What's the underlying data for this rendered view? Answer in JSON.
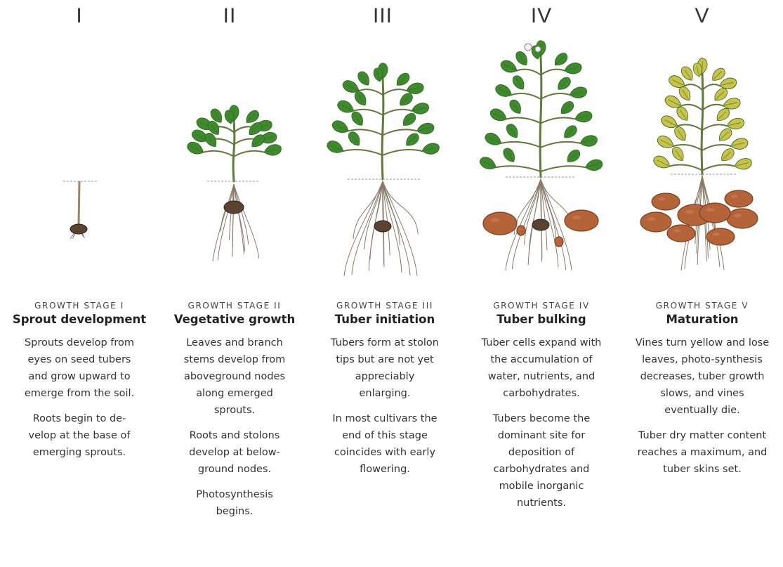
{
  "stages": [
    {
      "numeral": "I",
      "label": "GROWTH STAGE I",
      "title": "Sprout development",
      "paragraphs": [
        "Sprouts develop from eyes on seed tubers and grow upward to emerge from the soil.",
        "Roots begin to de-velop at the base of emerging sprouts."
      ]
    },
    {
      "numeral": "II",
      "label": "GROWTH STAGE II",
      "title": "Vegetative growth",
      "paragraphs": [
        "Leaves and branch stems develop from aboveground nodes along emerged sprouts.",
        "Roots and stolons develop at below-ground nodes.",
        "Photosynthesis begins."
      ]
    },
    {
      "numeral": "III",
      "label": "GROWTH STAGE III",
      "title": "Tuber initiation",
      "paragraphs": [
        "Tubers form at stolon tips but are not yet appreciably enlarging.",
        "In most cultivars the end of this stage coincides with early flowering."
      ]
    },
    {
      "numeral": "IV",
      "label": "GROWTH STAGE IV",
      "title": "Tuber bulking",
      "paragraphs": [
        "Tuber cells expand with the accumulation of water, nutrients, and carbohydrates.",
        "Tubers become the dominant site for deposition of carbohydrates and mobile inorganic nutrients."
      ]
    },
    {
      "numeral": "V",
      "label": "GROWTH STAGE V",
      "title": "Maturation",
      "paragraphs": [
        "Vines turn yellow and lose leaves, photo-synthesis decreases, tuber growth slows, and vines eventually die.",
        "Tuber dry matter content reaches a maximum, and tuber skins set."
      ]
    }
  ],
  "colors": {
    "leaf_green": "#3f8a2e",
    "leaf_dark": "#2e6b20",
    "leaf_yellow": "#c9c24a",
    "stem": "#5f7a3a",
    "root": "#8a7a68",
    "tuber": "#b5643a",
    "tuber_edge": "#7a3e1e",
    "soil_line": "#999999"
  }
}
